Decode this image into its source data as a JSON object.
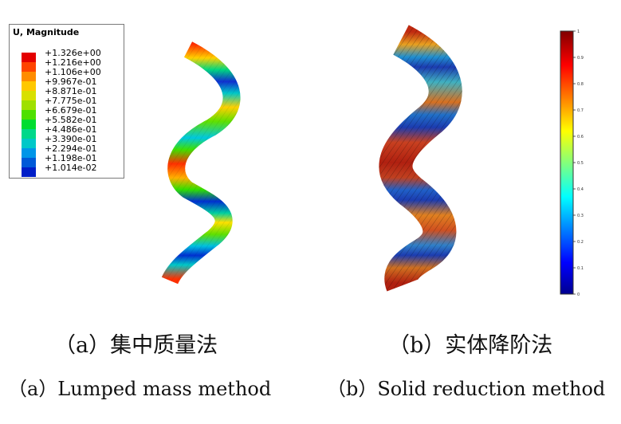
{
  "legend": {
    "title": "U, Magnitude",
    "values": [
      "+1.326e+00",
      "+1.216e+00",
      "+1.106e+00",
      "+9.967e-01",
      "+8.871e-01",
      "+7.775e-01",
      "+6.679e-01",
      "+5.582e-01",
      "+4.486e-01",
      "+3.390e-01",
      "+2.294e-01",
      "+1.198e-01",
      "+1.014e-02"
    ],
    "colors": [
      "#e40000",
      "#ff4400",
      "#ff8c00",
      "#ffc800",
      "#d8e000",
      "#9fe000",
      "#4ee000",
      "#00dd30",
      "#00d88a",
      "#00c8c8",
      "#0096e8",
      "#005ad8",
      "#001ec8"
    ]
  },
  "colorbar": {
    "ticks": [
      "0",
      "0.1",
      "0.2",
      "0.3",
      "0.4",
      "0.5",
      "0.6",
      "0.7",
      "0.8",
      "0.9",
      "1"
    ]
  },
  "captions": {
    "a_cn": "（a）集中质量法",
    "b_cn": "（b）实体降阶法",
    "a_en": "（a）Lumped mass method",
    "b_en": "（b）Solid reduction method"
  }
}
